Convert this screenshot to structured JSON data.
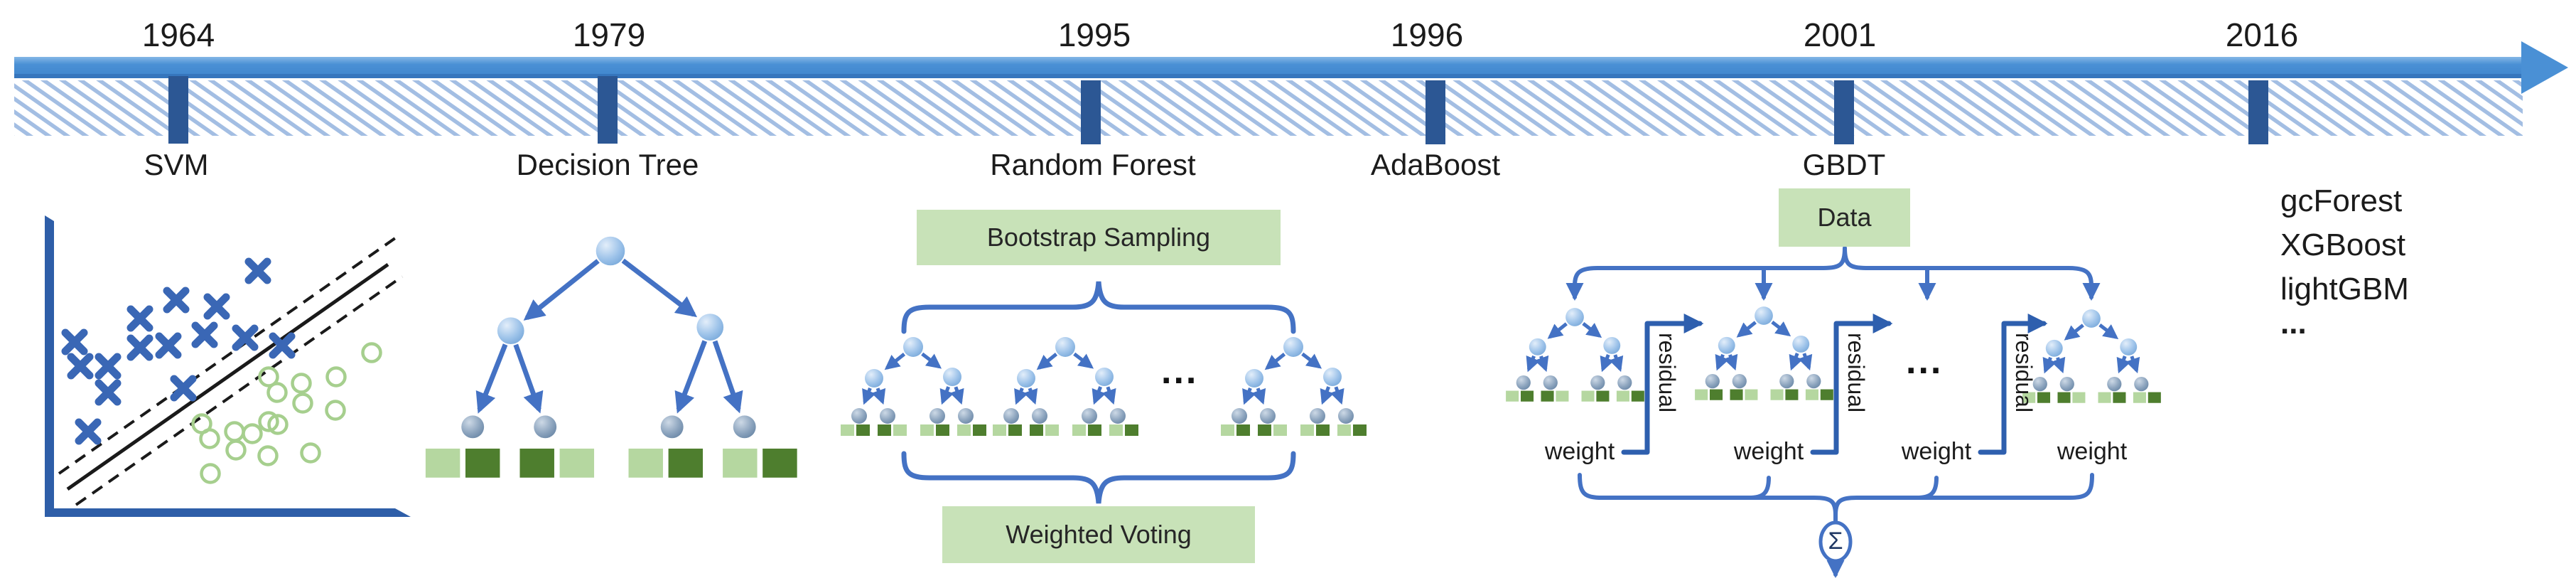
{
  "figure": {
    "description": "Timeline of ensemble machine learning methods"
  },
  "timeline": {
    "items": [
      {
        "year": "1964",
        "label": "SVM"
      },
      {
        "year": "1979",
        "label": "Decision Tree"
      },
      {
        "year": "1995",
        "label": "Random Forest"
      },
      {
        "year": "1996",
        "label": "AdaBoost"
      },
      {
        "year": "2001",
        "label": "GBDT"
      },
      {
        "year": "2016",
        "label": ""
      }
    ]
  },
  "random_forest": {
    "top_box_label": "Bootstrap Sampling",
    "bottom_box_label": "Weighted Voting",
    "ellipsis": "..."
  },
  "gbdt": {
    "data_box_label": "Data",
    "weight_labels": [
      "weight",
      "weight",
      "weight",
      "weight"
    ],
    "residual_labels": [
      "residual",
      "residual",
      "residual"
    ],
    "ellipsis": "...",
    "sum_symbol": "Σ"
  },
  "recent_methods": {
    "items": [
      "gcForest",
      "XGBoost",
      "lightGBM",
      "..."
    ]
  },
  "colors": {
    "timeline_bar": "#4a90d5",
    "timeline_bar_dark": "#3172b4",
    "tick_navy": "#2c5794",
    "hatch_blue": "#a3bee3",
    "arrow_blue": "#4472c4",
    "connector_navy": "#2e5fae",
    "box_green": "#c8e2b8",
    "square_light": "#b5d7a0",
    "square_dark": "#4e7e2e",
    "marker_blue": "#3a67b5",
    "circle_green": "#a6cf8e"
  }
}
